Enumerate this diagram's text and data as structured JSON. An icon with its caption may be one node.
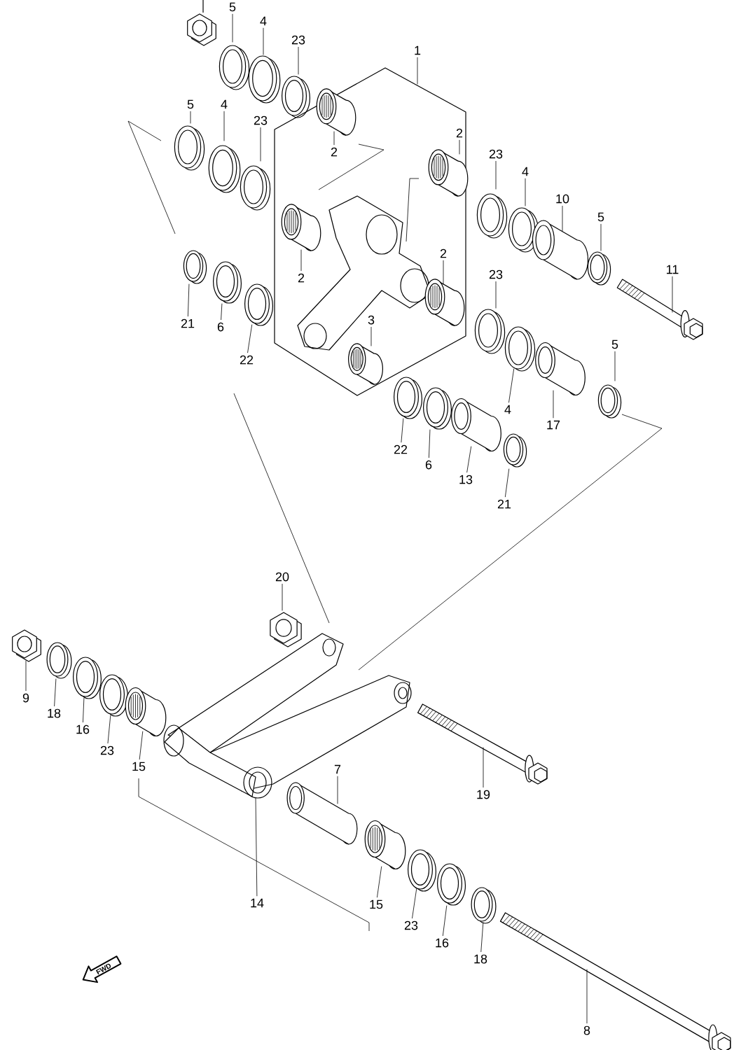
{
  "diagram": {
    "nodes": [
      {
        "text": [
          "5"
        ]
      },
      {
        "text": [],
        "shape": "ring"
      },
      {
        "text": [
          "4"
        ]
      },
      {
        "text": [],
        "shape": "ring"
      },
      {
        "text": [
          "23"
        ]
      },
      {
        "text": [],
        "shape": "ring"
      },
      {
        "text": [
          "1"
        ]
      },
      {
        "text": [],
        "shape": "outline"
      },
      {
        "text": [
          "5"
        ]
      },
      {
        "text": [],
        "shape": "ring"
      },
      {
        "text": [
          "4"
        ]
      },
      {
        "text": [],
        "shape": "ring"
      },
      {
        "text": [
          "23"
        ]
      },
      {
        "text": [],
        "shape": "ring"
      },
      {
        "text": [
          "2"
        ],
        "in": 7
      },
      {
        "text": [],
        "shape": "bearing",
        "in": 7
      },
      {
        "text": [
          "2"
        ],
        "in": 7
      },
      {
        "text": [],
        "shape": "bearing",
        "in": 7
      },
      {
        "text": [
          "2"
        ],
        "in": 7
      },
      {
        "text": [],
        "shape": "bearing",
        "in": 7
      },
      {
        "text": [
          "2"
        ],
        "in": 7
      },
      {
        "text": [],
        "shape": "bearing",
        "in": 7
      },
      {
        "text": [
          "3"
        ],
        "in": 7
      },
      {
        "text": [],
        "shape": "bearing",
        "in": 7
      },
      {
        "text": [
          "23"
        ]
      },
      {
        "text": [],
        "shape": "ring"
      },
      {
        "text": [
          "4"
        ]
      },
      {
        "text": [],
        "shape": "ring"
      },
      {
        "text": [
          "10"
        ]
      },
      {
        "text": [],
        "shape": "collar"
      },
      {
        "text": [
          "5"
        ]
      },
      {
        "text": [],
        "shape": "ring"
      },
      {
        "text": [
          "11"
        ]
      },
      {
        "text": [],
        "shape": "bolt"
      },
      {
        "text": [
          "21"
        ]
      },
      {
        "text": [],
        "shape": "ring"
      },
      {
        "text": [
          "6"
        ]
      },
      {
        "text": [],
        "shape": "ring"
      },
      {
        "text": [
          "22"
        ]
      },
      {
        "text": [],
        "shape": "ring"
      },
      {
        "text": [
          "23"
        ]
      },
      {
        "text": [],
        "shape": "ring"
      },
      {
        "text": [
          "4"
        ]
      },
      {
        "text": [],
        "shape": "ring"
      },
      {
        "text": [
          "17"
        ]
      },
      {
        "text": [],
        "shape": "collar"
      },
      {
        "text": [
          "5"
        ]
      },
      {
        "text": [],
        "shape": "ring"
      },
      {
        "text": [
          "22"
        ]
      },
      {
        "text": [],
        "shape": "ring"
      },
      {
        "text": [
          "6"
        ]
      },
      {
        "text": [],
        "shape": "ring"
      },
      {
        "text": [
          "13"
        ]
      },
      {
        "text": [],
        "shape": "collar"
      },
      {
        "text": [
          "21"
        ]
      },
      {
        "text": [],
        "shape": "ring"
      },
      {
        "text": [
          "20"
        ]
      },
      {
        "text": [],
        "shape": "nut"
      },
      {
        "text": [
          "9"
        ]
      },
      {
        "text": [],
        "shape": "nut"
      },
      {
        "text": [
          "18"
        ]
      },
      {
        "text": [],
        "shape": "ring"
      },
      {
        "text": [
          "16"
        ]
      },
      {
        "text": [],
        "shape": "ring"
      },
      {
        "text": [
          "23"
        ]
      },
      {
        "text": [],
        "shape": "ring"
      },
      {
        "text": [
          "15"
        ]
      },
      {
        "text": [],
        "shape": "bearing"
      },
      {
        "text": [
          "7"
        ]
      },
      {
        "text": [],
        "shape": "pin"
      },
      {
        "text": [
          "19"
        ]
      },
      {
        "text": [],
        "shape": "bolt"
      },
      {
        "text": [
          "14"
        ]
      },
      {
        "text": [],
        "shape": "link"
      },
      {
        "text": [
          "15"
        ]
      },
      {
        "text": [],
        "shape": "bearing"
      },
      {
        "text": [
          "23"
        ]
      },
      {
        "text": [],
        "shape": "ring"
      },
      {
        "text": [
          "16"
        ]
      },
      {
        "text": [],
        "shape": "ring"
      },
      {
        "text": [
          "18"
        ]
      },
      {
        "text": [],
        "shape": "ring"
      },
      {
        "text": [
          "8"
        ]
      },
      {
        "text": [],
        "shape": "bolt"
      }
    ],
    "edges": [
      {
        "from": 0,
        "to": 1,
        "arrow": "none"
      },
      {
        "from": 2,
        "to": 3,
        "arrow": "none"
      },
      {
        "from": 4,
        "to": 5,
        "arrow": "none"
      },
      {
        "from": 6,
        "to": 7,
        "arrow": "none"
      },
      {
        "from": 8,
        "to": 9,
        "arrow": "none"
      },
      {
        "from": 10,
        "to": 11,
        "arrow": "none"
      },
      {
        "from": 12,
        "to": 13,
        "arrow": "none"
      },
      {
        "from": 14,
        "to": 15,
        "arrow": "none"
      },
      {
        "from": 16,
        "to": 17,
        "arrow": "none"
      },
      {
        "from": 18,
        "to": 19,
        "arrow": "none"
      },
      {
        "from": 20,
        "to": 21,
        "arrow": "none"
      },
      {
        "from": 22,
        "to": 23,
        "arrow": "none"
      },
      {
        "from": 24,
        "to": 25,
        "arrow": "none"
      },
      {
        "from": 26,
        "to": 27,
        "arrow": "none"
      },
      {
        "from": 28,
        "to": 29,
        "arrow": "none"
      },
      {
        "from": 30,
        "to": 31,
        "arrow": "none"
      },
      {
        "from": 32,
        "to": 33,
        "arrow": "none"
      },
      {
        "from": 34,
        "to": 35,
        "arrow": "none"
      },
      {
        "from": 36,
        "to": 37,
        "arrow": "none"
      },
      {
        "from": 38,
        "to": 39,
        "arrow": "none"
      },
      {
        "from": 40,
        "to": 41,
        "arrow": "none"
      },
      {
        "from": 42,
        "to": 43,
        "arrow": "none"
      },
      {
        "from": 44,
        "to": 45,
        "arrow": "none"
      },
      {
        "from": 46,
        "to": 47,
        "arrow": "none"
      },
      {
        "from": 48,
        "to": 49,
        "arrow": "none"
      },
      {
        "from": 50,
        "to": 51,
        "arrow": "none"
      },
      {
        "from": 52,
        "to": 53,
        "arrow": "none"
      },
      {
        "from": 54,
        "to": 55,
        "arrow": "none"
      },
      {
        "from": 56,
        "to": 57,
        "arrow": "none"
      },
      {
        "from": 58,
        "to": 59,
        "arrow": "none"
      },
      {
        "from": 60,
        "to": 61,
        "arrow": "none"
      },
      {
        "from": 62,
        "to": 63,
        "arrow": "none"
      },
      {
        "from": 64,
        "to": 65,
        "arrow": "none"
      },
      {
        "from": 66,
        "to": 67,
        "arrow": "none"
      },
      {
        "from": 68,
        "to": 69,
        "arrow": "none"
      },
      {
        "from": 70,
        "to": 71,
        "arrow": "none"
      },
      {
        "from": 72,
        "to": 73,
        "arrow": "none"
      },
      {
        "from": 74,
        "to": 75,
        "arrow": "none"
      },
      {
        "from": 76,
        "to": 77,
        "arrow": "none"
      },
      {
        "from": 78,
        "to": 79,
        "arrow": "none"
      },
      {
        "from": 80,
        "to": 81,
        "arrow": "none"
      },
      {
        "from": 82,
        "to": 83,
        "arrow": "none"
      }
    ],
    "labels": [
      "FWD"
    ]
  }
}
